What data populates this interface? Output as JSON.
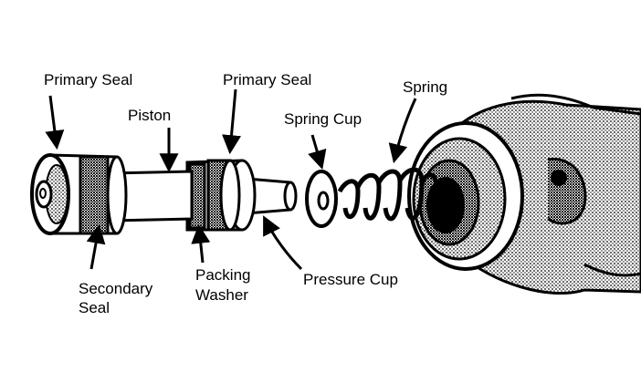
{
  "labels": {
    "primary_seal_left": "Primary Seal",
    "piston": "Piston",
    "primary_seal_right": "Primary Seal",
    "spring": "Spring",
    "spring_cup": "Spring Cup",
    "secondary_seal_line1": "Secondary",
    "secondary_seal_line2": "Seal",
    "packing_washer_line1": "Packing",
    "packing_washer_line2": "Washer",
    "pressure_cup": "Pressure Cup"
  },
  "colors": {
    "ink": "#000000",
    "paper": "#ffffff",
    "shade": "#9a9a9a",
    "dark_shade": "#555555"
  }
}
